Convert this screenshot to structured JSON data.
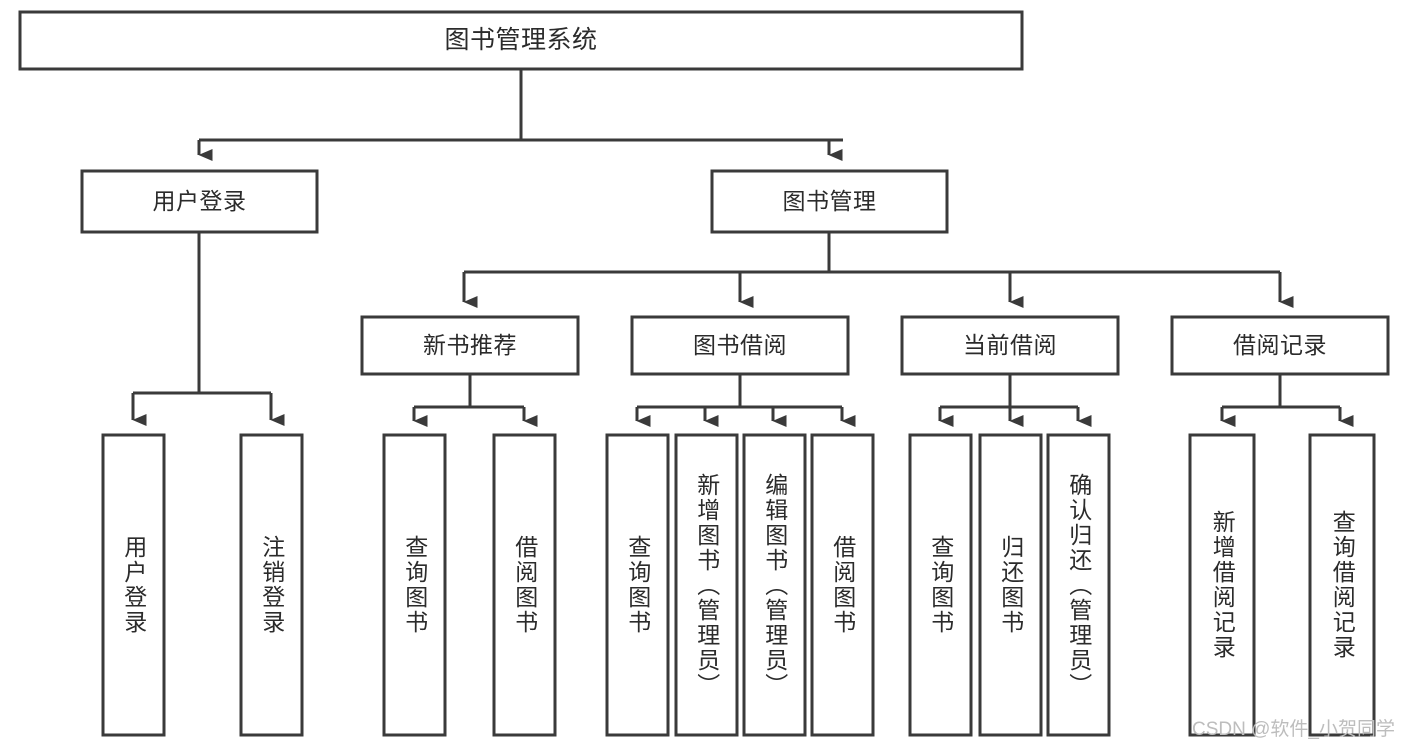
{
  "diagram": {
    "type": "hierarchy-tree",
    "title": "图书管理系统",
    "colors": {
      "box_stroke": "#3a3a3a",
      "box_fill": "#ffffff",
      "connector": "#3a3a3a",
      "text": "#2b2b2b",
      "watermark": "#bdbdbd",
      "background": "#ffffff"
    },
    "watermark": "CSDN @软件_小贺同学",
    "nodes": {
      "root": {
        "label": "图书管理系统",
        "level": 0
      },
      "level1": [
        {
          "id": "user-login",
          "label": "用户登录"
        },
        {
          "id": "book-management",
          "label": "图书管理"
        }
      ],
      "level2": [
        {
          "id": "new-book-recommend",
          "label": "新书推荐",
          "parent": "book-management"
        },
        {
          "id": "book-borrow",
          "label": "图书借阅",
          "parent": "book-management"
        },
        {
          "id": "current-borrow",
          "label": "当前借阅",
          "parent": "book-management"
        },
        {
          "id": "borrow-record",
          "label": "借阅记录",
          "parent": "book-management"
        }
      ],
      "leaves": [
        {
          "id": "leaf-user-login",
          "label": "用户登录",
          "parent": "user-login"
        },
        {
          "id": "leaf-logout-login",
          "label": "注销登录",
          "parent": "user-login"
        },
        {
          "id": "leaf-query-book-1",
          "label": "查询图书",
          "parent": "new-book-recommend"
        },
        {
          "id": "leaf-borrow-book-1",
          "label": "借阅图书",
          "parent": "new-book-recommend"
        },
        {
          "id": "leaf-query-book-2",
          "label": "查询图书",
          "parent": "book-borrow"
        },
        {
          "id": "leaf-add-book",
          "label": "新增图书（管理员）",
          "parent": "book-borrow"
        },
        {
          "id": "leaf-edit-book",
          "label": "编辑图书（管理员）",
          "parent": "book-borrow"
        },
        {
          "id": "leaf-borrow-book-2",
          "label": "借阅图书",
          "parent": "book-borrow"
        },
        {
          "id": "leaf-query-book-3",
          "label": "查询图书",
          "parent": "current-borrow"
        },
        {
          "id": "leaf-return-book",
          "label": "归还图书",
          "parent": "current-borrow"
        },
        {
          "id": "leaf-confirm-return",
          "label": "确认归还（管理员）",
          "parent": "current-borrow"
        },
        {
          "id": "leaf-add-record",
          "label": "新增借阅记录",
          "parent": "borrow-record"
        },
        {
          "id": "leaf-query-record",
          "label": "查询借阅记录",
          "parent": "borrow-record"
        }
      ]
    }
  }
}
